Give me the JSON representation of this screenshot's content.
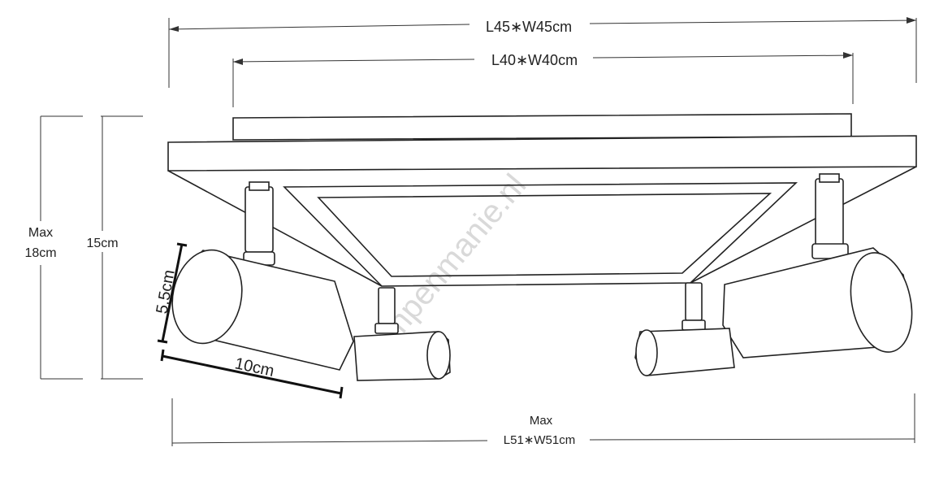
{
  "dimensions": {
    "outer_plate": "L45∗W45cm",
    "inner_plate": "L40∗W40cm",
    "max_height_word": "Max",
    "max_height_value": "18cm",
    "height": "15cm",
    "spot_diameter": "5.5cm",
    "spot_length": "10cm",
    "max_span_word": "Max",
    "max_span_value": "L51∗W51cm"
  },
  "watermark": "lampenmanie.nl",
  "colors": {
    "line": "#222222",
    "watermark": "#d9d9d9"
  }
}
